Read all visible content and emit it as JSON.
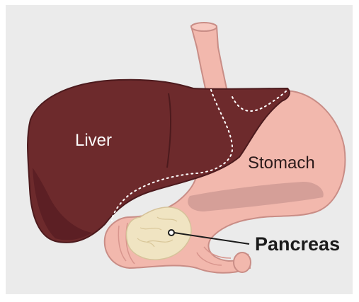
{
  "labels": {
    "liver": "Liver",
    "stomach": "Stomach",
    "pancreas": "Pancreas"
  },
  "colors": {
    "background": "#ebebeb",
    "liver": "#6d2a2c",
    "liver_shade": "#5c1f24",
    "stomach": "#f2b8ad",
    "stomach_outline": "#c98d86",
    "stomach_fold": "#d59f98",
    "pancreas": "#f0e4c2",
    "label_light": "#ffffff",
    "label_dark": "#2b1a1a",
    "pancreas_label": "#1b1b1b"
  }
}
